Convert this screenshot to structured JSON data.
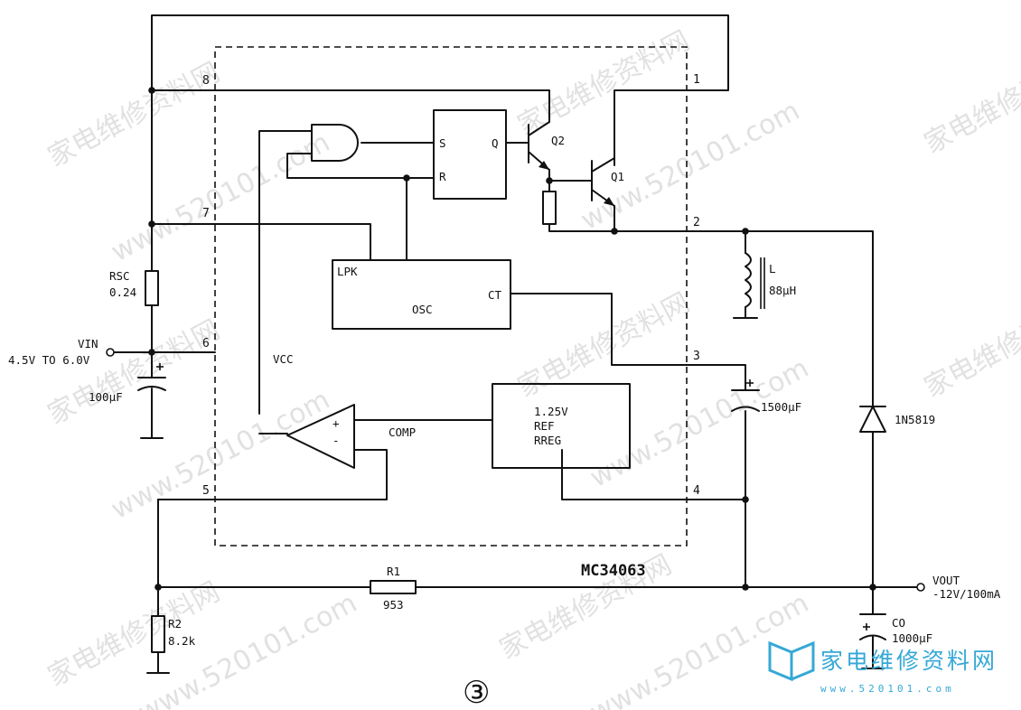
{
  "chip": {
    "name": "MC34063",
    "vcc_label": "VCC"
  },
  "pins": [
    "1",
    "2",
    "3",
    "4",
    "5",
    "6",
    "7",
    "8"
  ],
  "blocks": {
    "sr_set": "S",
    "sr_reset": "R",
    "sr_out": "Q",
    "q2": "Q2",
    "q1": "Q1",
    "osc_ipk": "LPK",
    "osc_name": "OSC",
    "osc_ct": "CT",
    "ref_line1": "1.25V",
    "ref_line2": "REF",
    "ref_line3": "RREG",
    "comp": "COMP",
    "comp_plus": "+",
    "comp_minus": "-"
  },
  "components": {
    "rsc_name": "RSC",
    "rsc_value": "0.24",
    "vin_name": "VIN",
    "vin_range": "4.5V TO 6.0V",
    "cin_value": "100µF",
    "inductor_name": "L",
    "inductor_value": "88µH",
    "ct_value": "1500µF",
    "diode": "1N5819",
    "r1_name": "R1",
    "r1_value": "953",
    "r2_name": "R2",
    "r2_value": "8.2k",
    "vout_name": "VOUT",
    "vout_value": "-12V/100mA",
    "co_name": "CO",
    "co_value": "1000µF"
  },
  "figure_number": "③",
  "watermark": {
    "cn": "家电维修资料网",
    "url": "www.520101.com"
  },
  "logo": {
    "text": "家电维修资料网",
    "url": "www.520101.com",
    "color": "#35a8d6"
  }
}
